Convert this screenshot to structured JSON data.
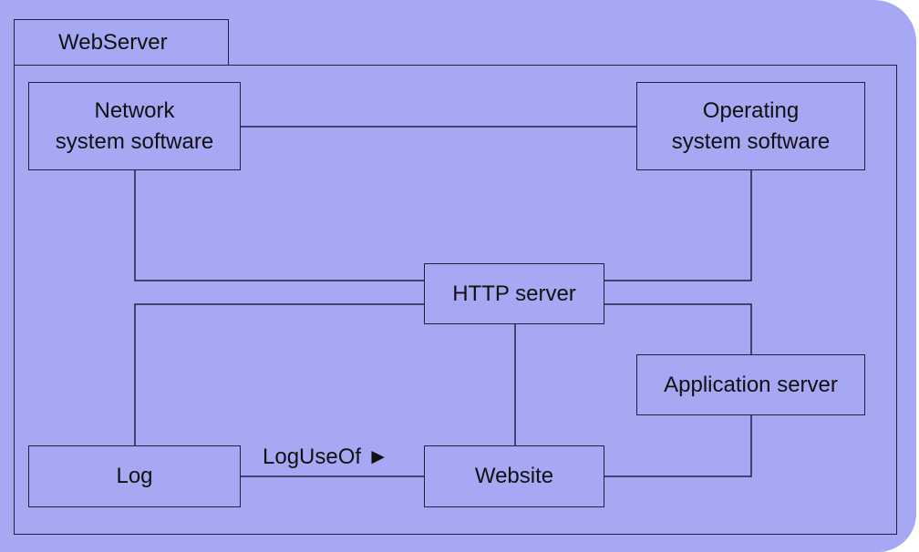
{
  "package": {
    "name": "WebServer"
  },
  "nodes": {
    "network": {
      "line1": "Network",
      "line2": "system software"
    },
    "operating": {
      "line1": "Operating",
      "line2": "system software"
    },
    "http": {
      "label": "HTTP server"
    },
    "app": {
      "label": "Application server"
    },
    "log": {
      "label": "Log"
    },
    "website": {
      "label": "Website"
    }
  },
  "edges": {
    "log_website": {
      "label": "LogUseOf ►"
    }
  },
  "colors": {
    "background": "#a6a8f3",
    "line": "#202040"
  }
}
